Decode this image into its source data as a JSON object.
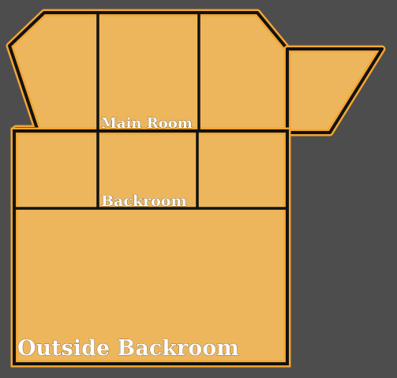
{
  "map": {
    "colors": {
      "background": "#4d4d4d",
      "floor": "#edb65c",
      "wall": "#121212",
      "outline": "#f2a531",
      "label": "#ffffff"
    },
    "rooms": [
      {
        "id": "main-room",
        "label": "Main Room"
      },
      {
        "id": "backroom",
        "label": "Backroom"
      },
      {
        "id": "outside-backroom",
        "label": "Outside Backroom"
      }
    ]
  }
}
